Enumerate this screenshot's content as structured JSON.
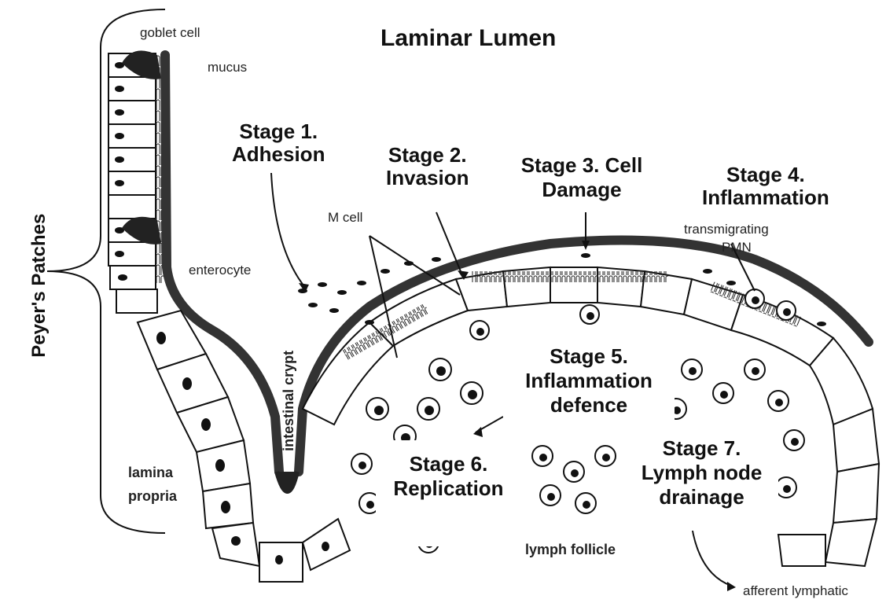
{
  "title": "Laminar Lumen",
  "side_label": "Peyer's Patches",
  "labels": {
    "goblet_cell": "goblet cell",
    "mucus": "mucus",
    "enterocyte": "enterocyte",
    "m_cell": "M cell",
    "intestinal_crypt": "intestinal crypt",
    "lamina_propria_1": "lamina",
    "lamina_propria_2": "propria",
    "transmigrating_1": "transmigrating",
    "transmigrating_2": "PMN",
    "lymph_follicle": "lymph follicle",
    "afferent_lymphatic": "afferent lymphatic"
  },
  "stages": [
    {
      "line1": "Stage 1.",
      "line2": "Adhesion"
    },
    {
      "line1": "Stage 2.",
      "line2": "Invasion"
    },
    {
      "line1": "Stage 3. Cell",
      "line2": "Damage"
    },
    {
      "line1": "Stage 4.",
      "line2": "Inflammation"
    },
    {
      "line1": "Stage 5.",
      "line2": "Inflammation",
      "line3": "defence"
    },
    {
      "line1": "Stage 6.",
      "line2": "Replication"
    },
    {
      "line1": "Stage 7.",
      "line2": "Lymph node",
      "line3": "drainage"
    }
  ]
}
